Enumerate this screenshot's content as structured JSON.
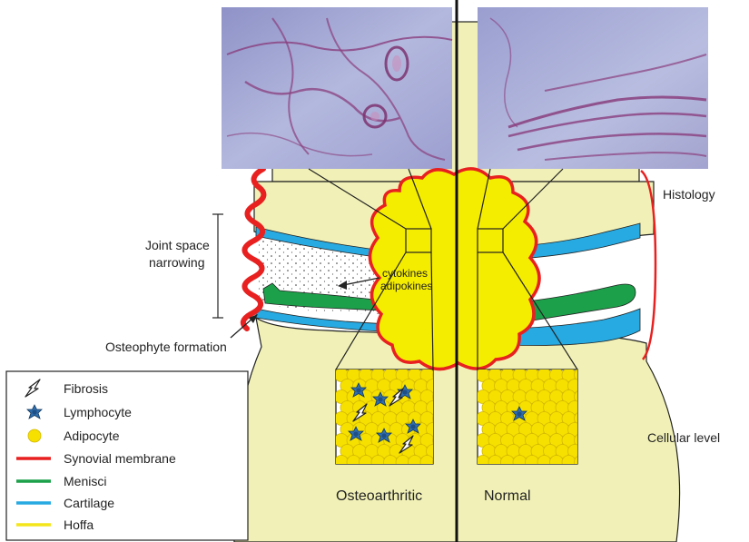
{
  "labels": {
    "histology": "Histology",
    "cellular_level": "Cellular level",
    "joint_space_line1": "Joint space",
    "joint_space_line2": "narrowing",
    "osteophyte": "Osteophyte formation",
    "cytokines": "cytokines",
    "adipokines": "adipokines",
    "osteoarthritic": "Osteoarthritic",
    "normal": "Normal"
  },
  "legend": {
    "items": [
      {
        "label": "Fibrosis",
        "symbol": "lightning-icon"
      },
      {
        "label": "Lymphocyte",
        "symbol": "lymphocyte-icon"
      },
      {
        "label": "Adipocyte",
        "symbol": "adipocyte-icon"
      },
      {
        "label": "Synovial membrane",
        "symbol": "line",
        "color": "#e8201f"
      },
      {
        "label": "Menisci",
        "symbol": "line",
        "color": "#1ca14a"
      },
      {
        "label": "Cartilage",
        "symbol": "line",
        "color": "#27a9e1"
      },
      {
        "label": "Hoffa",
        "symbol": "line",
        "color": "#f4e51b"
      }
    ]
  },
  "colors": {
    "bone": "#f1f1b7",
    "hoffa_fat": "#f5ed00",
    "synovial": "#e8201f",
    "menisci": "#1ca14a",
    "cartilage": "#27a9e1",
    "histology_tissue": "#a9aed7",
    "histology_stain": "#8a3f7e"
  }
}
